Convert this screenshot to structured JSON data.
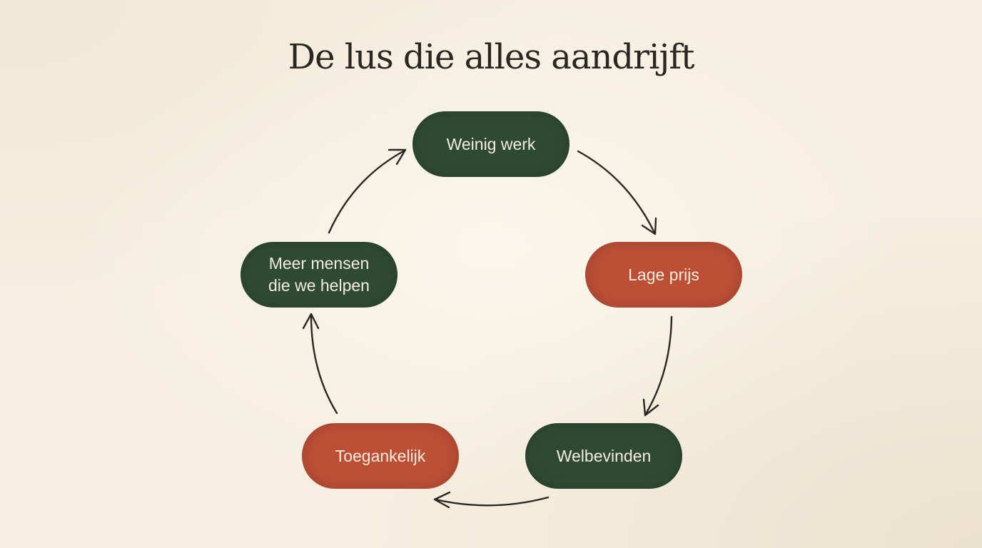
{
  "title": "De lus die alles aandrijft",
  "colors": {
    "background": "#f6efe1",
    "green": "#2f4a32",
    "red": "#bd4f36",
    "text_light": "#f3ecdd",
    "title": "#2a2622"
  },
  "nodes": [
    {
      "id": "weinig-werk",
      "lines": [
        "Weinig werk"
      ],
      "color": "green"
    },
    {
      "id": "lage-prijs",
      "lines": [
        "Lage prijs"
      ],
      "color": "red"
    },
    {
      "id": "welbevinden",
      "lines": [
        "Welbevinden"
      ],
      "color": "green"
    },
    {
      "id": "toegankelijk",
      "lines": [
        "Toegankelijk"
      ],
      "color": "red"
    },
    {
      "id": "meer-mensen",
      "lines": [
        "Meer mensen",
        "die we helpen"
      ],
      "color": "green"
    }
  ],
  "edges": [
    {
      "from": "weinig-werk",
      "to": "lage-prijs"
    },
    {
      "from": "lage-prijs",
      "to": "welbevinden"
    },
    {
      "from": "welbevinden",
      "to": "toegankelijk"
    },
    {
      "from": "toegankelijk",
      "to": "meer-mensen"
    },
    {
      "from": "meer-mensen",
      "to": "weinig-werk"
    }
  ]
}
